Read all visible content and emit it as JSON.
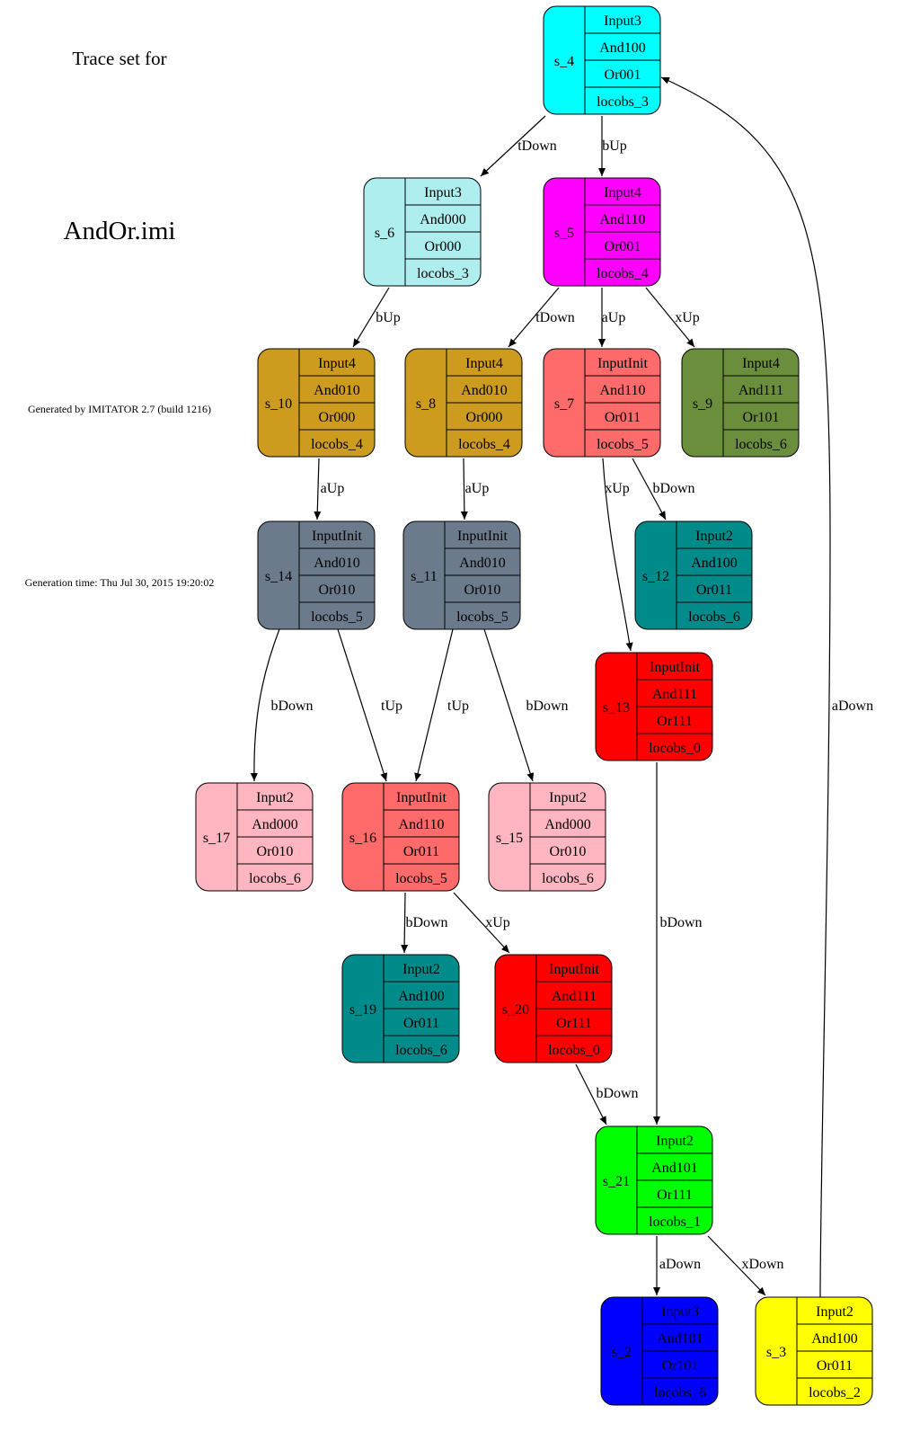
{
  "header": {
    "title_line1": "Trace set for",
    "title_line2": "AndOr.imi",
    "generated_by": "Generated by IMITATOR 2.7 (build 1216)",
    "generation_time": "Generation time: Thu Jul 30, 2015 19:20:02"
  },
  "nodes": [
    {
      "id": "s_4",
      "name": "s_4",
      "fields": [
        "Input3",
        "And100",
        "Or001",
        "locobs_3"
      ],
      "color": "#00ffff"
    },
    {
      "id": "s_6",
      "name": "s_6",
      "fields": [
        "Input3",
        "And000",
        "Or000",
        "locobs_3"
      ],
      "color": "#afeeee"
    },
    {
      "id": "s_5",
      "name": "s_5",
      "fields": [
        "Input4",
        "And110",
        "Or001",
        "locobs_4"
      ],
      "color": "#ff00ff"
    },
    {
      "id": "s_10",
      "name": "s_10",
      "fields": [
        "Input4",
        "And010",
        "Or000",
        "locobs_4"
      ],
      "color": "#cd9b1d"
    },
    {
      "id": "s_8",
      "name": "s_8",
      "fields": [
        "Input4",
        "And010",
        "Or000",
        "locobs_4"
      ],
      "color": "#cd9b1d"
    },
    {
      "id": "s_7",
      "name": "s_7",
      "fields": [
        "InputInit",
        "And110",
        "Or011",
        "locobs_5"
      ],
      "color": "#ff6a6a"
    },
    {
      "id": "s_9",
      "name": "s_9",
      "fields": [
        "Input4",
        "And111",
        "Or101",
        "locobs_6"
      ],
      "color": "#6b8e3d"
    },
    {
      "id": "s_14",
      "name": "s_14",
      "fields": [
        "InputInit",
        "And010",
        "Or010",
        "locobs_5"
      ],
      "color": "#6c7b8b"
    },
    {
      "id": "s_11",
      "name": "s_11",
      "fields": [
        "InputInit",
        "And010",
        "Or010",
        "locobs_5"
      ],
      "color": "#6c7b8b"
    },
    {
      "id": "s_12",
      "name": "s_12",
      "fields": [
        "Input2",
        "And100",
        "Or011",
        "locobs_6"
      ],
      "color": "#008b8b"
    },
    {
      "id": "s_13",
      "name": "s_13",
      "fields": [
        "InputInit",
        "And111",
        "Or111",
        "locobs_0"
      ],
      "color": "#ff0000"
    },
    {
      "id": "s_17",
      "name": "s_17",
      "fields": [
        "Input2",
        "And000",
        "Or010",
        "locobs_6"
      ],
      "color": "#ffb6c1"
    },
    {
      "id": "s_16",
      "name": "s_16",
      "fields": [
        "InputInit",
        "And110",
        "Or011",
        "locobs_5"
      ],
      "color": "#ff6a6a"
    },
    {
      "id": "s_15",
      "name": "s_15",
      "fields": [
        "Input2",
        "And000",
        "Or010",
        "locobs_6"
      ],
      "color": "#ffb6c1"
    },
    {
      "id": "s_19",
      "name": "s_19",
      "fields": [
        "Input2",
        "And100",
        "Or011",
        "locobs_6"
      ],
      "color": "#008b8b"
    },
    {
      "id": "s_20",
      "name": "s_20",
      "fields": [
        "InputInit",
        "And111",
        "Or111",
        "locobs_0"
      ],
      "color": "#ff0000"
    },
    {
      "id": "s_21",
      "name": "s_21",
      "fields": [
        "Input2",
        "And101",
        "Or111",
        "locobs_1"
      ],
      "color": "#00ff00"
    },
    {
      "id": "s_2",
      "name": "s_2",
      "fields": [
        "Input3",
        "And101",
        "Or101",
        "locobs_6"
      ],
      "color": "#0000ff"
    },
    {
      "id": "s_3",
      "name": "s_3",
      "fields": [
        "Input2",
        "And100",
        "Or011",
        "locobs_2"
      ],
      "color": "#ffff00"
    }
  ],
  "edges": [
    {
      "id": "e_s4_s6",
      "from": "s_4",
      "to": "s_6",
      "label": "tDown"
    },
    {
      "id": "e_s4_s5",
      "from": "s_4",
      "to": "s_5",
      "label": "bUp"
    },
    {
      "id": "e_s6_s10",
      "from": "s_6",
      "to": "s_10",
      "label": "bUp"
    },
    {
      "id": "e_s5_s8",
      "from": "s_5",
      "to": "s_8",
      "label": "tDown"
    },
    {
      "id": "e_s5_s7",
      "from": "s_5",
      "to": "s_7",
      "label": "aUp"
    },
    {
      "id": "e_s5_s9",
      "from": "s_5",
      "to": "s_9",
      "label": "xUp"
    },
    {
      "id": "e_s10_s14",
      "from": "s_10",
      "to": "s_14",
      "label": "aUp"
    },
    {
      "id": "e_s8_s11",
      "from": "s_8",
      "to": "s_11",
      "label": "aUp"
    },
    {
      "id": "e_s7_s13",
      "from": "s_7",
      "to": "s_13",
      "label": "xUp"
    },
    {
      "id": "e_s7_s12",
      "from": "s_7",
      "to": "s_12",
      "label": "bDown"
    },
    {
      "id": "e_s14_s17",
      "from": "s_14",
      "to": "s_17",
      "label": "bDown"
    },
    {
      "id": "e_s14_s16",
      "from": "s_14",
      "to": "s_16",
      "label": "tUp"
    },
    {
      "id": "e_s11_s16",
      "from": "s_11",
      "to": "s_16",
      "label": "tUp"
    },
    {
      "id": "e_s11_s15",
      "from": "s_11",
      "to": "s_15",
      "label": "bDown"
    },
    {
      "id": "e_s16_s19",
      "from": "s_16",
      "to": "s_19",
      "label": "bDown"
    },
    {
      "id": "e_s16_s20",
      "from": "s_16",
      "to": "s_20",
      "label": "xUp"
    },
    {
      "id": "e_s13_s21",
      "from": "s_13",
      "to": "s_21",
      "label": "bDown"
    },
    {
      "id": "e_s20_s21",
      "from": "s_20",
      "to": "s_21",
      "label": "bDown"
    },
    {
      "id": "e_s21_s2",
      "from": "s_21",
      "to": "s_2",
      "label": "aDown"
    },
    {
      "id": "e_s21_s3",
      "from": "s_21",
      "to": "s_3",
      "label": "xDown"
    },
    {
      "id": "e_s3_s4",
      "from": "s_3",
      "to": "s_4",
      "label": "aDown"
    }
  ]
}
